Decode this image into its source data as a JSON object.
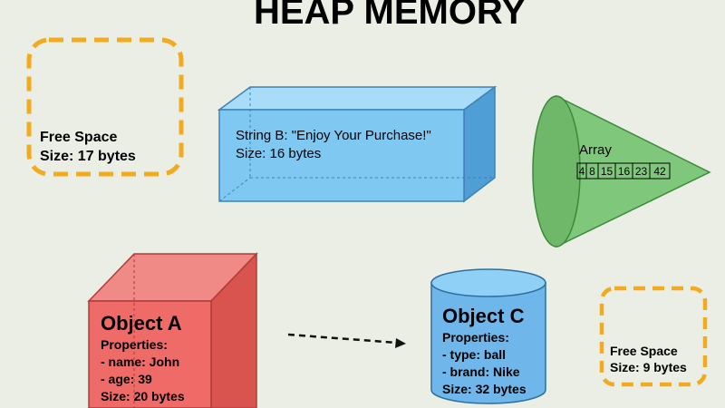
{
  "title": "HEAP MEMORY",
  "free_space_1": {
    "label": "Free Space",
    "size": "Size: 17 bytes"
  },
  "free_space_2": {
    "label": "Free Space",
    "size": "Size: 9 bytes"
  },
  "string_b": {
    "label": "String B: \"Enjoy Your Purchase!\"",
    "size": "Size: 16 bytes"
  },
  "array": {
    "label": "Array",
    "values": [
      "4",
      "8",
      "15",
      "16",
      "23",
      "42"
    ]
  },
  "object_a": {
    "title": "Object A",
    "properties_label": "Properties:",
    "properties": [
      "- name: John",
      "- age: 39"
    ],
    "size": "Size: 20 bytes"
  },
  "object_c": {
    "title": "Object C",
    "properties_label": "Properties:",
    "properties": [
      "- type: ball",
      "- brand: Nike"
    ],
    "size": "Size: 32 bytes"
  },
  "colors": {
    "background": "#ebeee4",
    "free_space_border": "#f2aa1f",
    "string_prism": "#7ec8f2",
    "array_cone": "#7fc77a",
    "object_a_cube": "#ee6b68",
    "object_c_cylinder": "#6fb6ea"
  }
}
